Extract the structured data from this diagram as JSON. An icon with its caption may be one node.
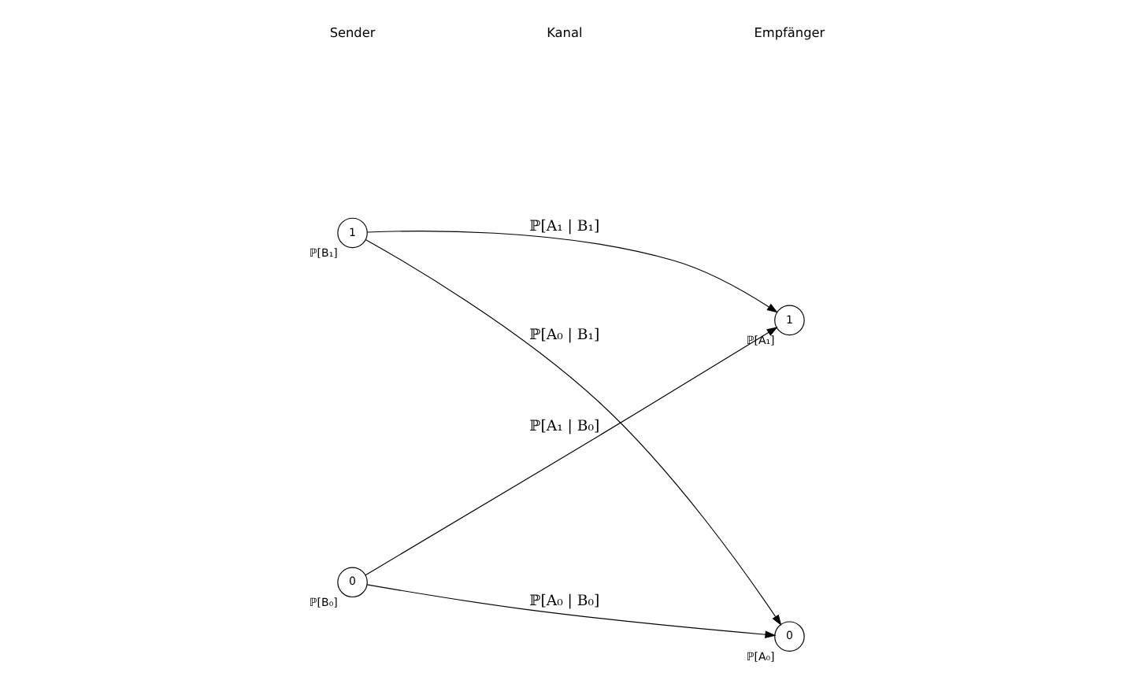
{
  "diagram": {
    "nodes": [
      {
        "text": [
          "1"
        ],
        "beside": [
          "ℙ[B₁]"
        ]
      },
      {
        "text": [
          "0"
        ],
        "beside": [
          "ℙ[B₀]"
        ]
      },
      {
        "text": [
          "1"
        ],
        "beside": [
          "ℙ[A₁]"
        ]
      },
      {
        "text": [
          "0"
        ],
        "beside": [
          "ℙ[A₀]"
        ]
      }
    ],
    "edges": [
      {
        "from": 0,
        "to": 2,
        "arrow": "to",
        "label": "ℙ[A₁ | B₁]"
      },
      {
        "from": 0,
        "to": 3,
        "arrow": "to",
        "label": "ℙ[A₀ | B₁]"
      },
      {
        "from": 1,
        "to": 2,
        "arrow": "to",
        "label": "ℙ[A₁ | B₀]"
      },
      {
        "from": 1,
        "to": 3,
        "arrow": "to",
        "label": "ℙ[A₀ | B₀]"
      }
    ],
    "labels": [
      "Sender",
      "Kanal",
      "Empfänger"
    ]
  }
}
